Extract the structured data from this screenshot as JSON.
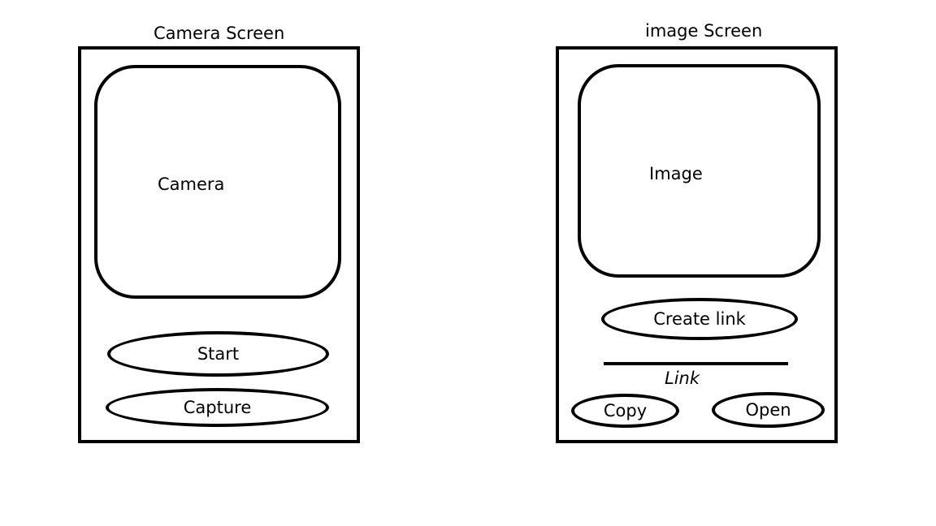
{
  "camera_screen": {
    "title": "Camera Screen",
    "viewport_label": "Camera",
    "start_button": "Start",
    "capture_button": "Capture"
  },
  "image_screen": {
    "title": "image Screen",
    "viewport_label": "Image",
    "create_link_button": "Create link",
    "link_label": "Link",
    "copy_button": "Copy",
    "open_button": "Open"
  }
}
